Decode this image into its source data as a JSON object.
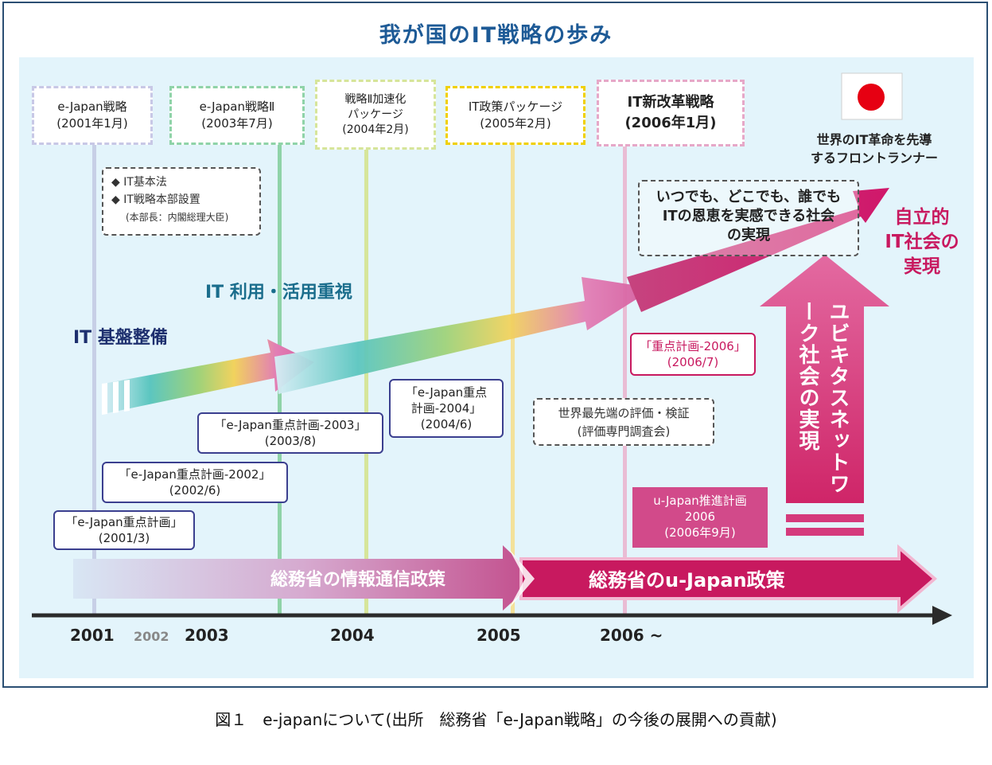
{
  "title": "我が国のIT戦略の歩み",
  "strategies": [
    {
      "name": "e-Japan戦略",
      "date": "(2001年1月)"
    },
    {
      "name": "e-Japan戦略Ⅱ",
      "date": "(2003年7月)"
    },
    {
      "name": "戦略Ⅱ加速化",
      "name2": "パッケージ",
      "date": "(2004年2月)"
    },
    {
      "name": "IT政策パッケージ",
      "date": "(2005年2月)"
    },
    {
      "name": "IT新改革戦略",
      "date": "(2006年1月)"
    }
  ],
  "law_box": {
    "line1": "◆ IT基本法",
    "line2": "◆ IT戦略本部設置",
    "line3": "(本部長：内閣総理大臣)"
  },
  "phases": {
    "infrastructure": "IT 基盤整備",
    "utilization": "IT 利用・活用重視"
  },
  "goal_box": {
    "line1": "いつでも、どこでも、誰でも",
    "line2": "ITの恩恵を実感できる社会",
    "line3": "の実現"
  },
  "frontrunner": {
    "line1": "世界のIT革命を先導",
    "line2": "するフロントランナー"
  },
  "autonomous": {
    "line1": "自立的",
    "line2": "IT社会の",
    "line3": "実現"
  },
  "ubiquitous": "ユビキタスネットワーク社会の実現",
  "plans": [
    {
      "name": "「e-Japan重点計画」",
      "date": "(2001/3)"
    },
    {
      "name": "「e-Japan重点計画-2002」",
      "date": "(2002/6)"
    },
    {
      "name": "「e-Japan重点計画-2003」",
      "date": "(2003/8)"
    },
    {
      "name": "「e-Japan重点",
      "name2": "計画-2004」",
      "date": "(2004/6)"
    },
    {
      "name": "「重点計画-2006」",
      "date": "(2006/7)"
    }
  ],
  "evaluation": {
    "line1": "世界最先端の評価・検証",
    "line2": "(評価専門調査会)"
  },
  "ujapan_plan": {
    "line1": "u-Japan推進計画",
    "line2": "2006",
    "line3": "(2006年9月)"
  },
  "policy_arrows": {
    "left": "総務省の情報通信政策",
    "right": "総務省のu-Japan政策"
  },
  "years": [
    "2001",
    "2002",
    "2003",
    "2004",
    "2005",
    "2006 ~"
  ],
  "caption": "図１　e-japanについて(出所　総務省「e-Japan戦略」の今後の展開への貢献)",
  "colors": {
    "title": "#1d5a96",
    "magenta": "#c8195f",
    "navy": "#1d2f6e",
    "teal": "#1a6d8c"
  }
}
